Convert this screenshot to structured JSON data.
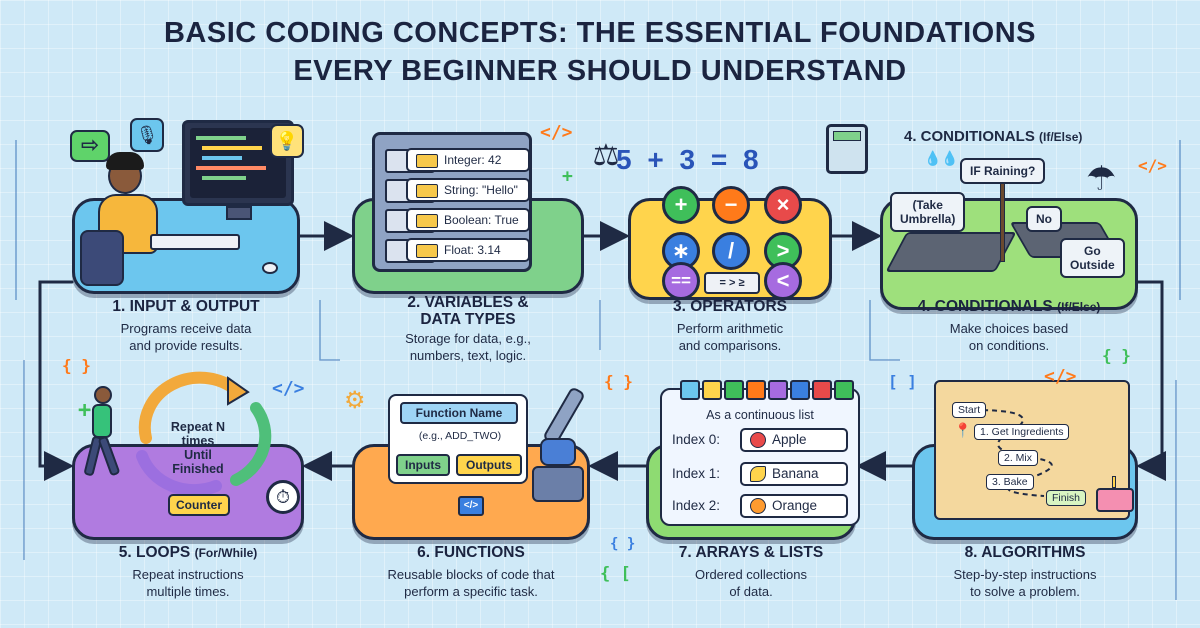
{
  "title": {
    "line1": "BASIC CODING CONCEPTS: THE ESSENTIAL FOUNDATIONS",
    "line2": "EVERY BEGINNER SHOULD UNDERSTAND"
  },
  "steps": {
    "s1": {
      "label": "1. INPUT & OUTPUT",
      "desc1": "Programs receive data",
      "desc2": "and provide results."
    },
    "s2": {
      "label1": "2. VARIABLES &",
      "label2": "DATA TYPES",
      "desc1": "Storage for data, e.g.,",
      "desc2": "numbers, text, logic.",
      "vars": [
        "Integer: 42",
        "String: \"Hello\"",
        "Boolean: True",
        "Float: 3.14"
      ]
    },
    "s3": {
      "label": "3. OPERATORS",
      "desc1": "Perform arithmetic",
      "desc2": "and comparisons.",
      "equation": "5 + 3 = 8",
      "ops": [
        "+",
        "−",
        "×",
        "∗",
        "/",
        ">",
        "==",
        "<"
      ],
      "ops_badge": "= > ≥"
    },
    "s4": {
      "label": "4. CONDITIONALS",
      "label_sub": "(If/Else)",
      "header": "4. CONDITIONALS (If/Else)",
      "desc1": "Make choices based",
      "desc2": "on conditions.",
      "sign_question": "IF Raining?",
      "sign_yes1": "(Take",
      "sign_yes2": "Umbrella)",
      "sign_no": "No",
      "sign_go1": "Go",
      "sign_go2": "Outside"
    },
    "s5": {
      "label": "5. LOOPS",
      "label_sub": "(For/While)",
      "desc1": "Repeat instructions",
      "desc2": "multiple times.",
      "loop1": "Repeat N",
      "loop2": "times",
      "loop3": "Until",
      "loop4": "Finished",
      "counter": "Counter"
    },
    "s6": {
      "label": "6. FUNCTIONS",
      "desc1": "Reusable blocks of code that",
      "desc2": "perform a specific task.",
      "fn_name": "Function Name",
      "fn_example": "(e.g., ADD_TWO)",
      "inputs": "Inputs",
      "outputs": "Outputs"
    },
    "s7": {
      "label": "7. ARRAYS & LISTS",
      "desc1": "Ordered collections",
      "desc2": "of data.",
      "header": "As a continuous list",
      "items": [
        {
          "index": "Index 0:",
          "value": "Apple"
        },
        {
          "index": "Index 1:",
          "value": "Banana"
        },
        {
          "index": "Index 2:",
          "value": "Orange"
        }
      ]
    },
    "s8": {
      "label": "8. ALGORITHMS",
      "desc1": "Step-by-step instructions",
      "desc2": "to solve a problem.",
      "steps": [
        "Start",
        "1. Get Ingredients",
        "2. Mix",
        "3. Bake",
        "Finish"
      ]
    }
  },
  "deco": {
    "tag": "</>",
    "braces": "{ }",
    "brackets": "[ ]",
    "plus": "+",
    "brace_bracket": "{ ["
  },
  "colors": {
    "blue": "#6cc6ee",
    "green": "#7fd18b",
    "yellow": "#ffd44c",
    "lime": "#9ee07c",
    "purple": "#b07be0",
    "orange": "#ffa94f",
    "navy": "#1f2a44"
  }
}
